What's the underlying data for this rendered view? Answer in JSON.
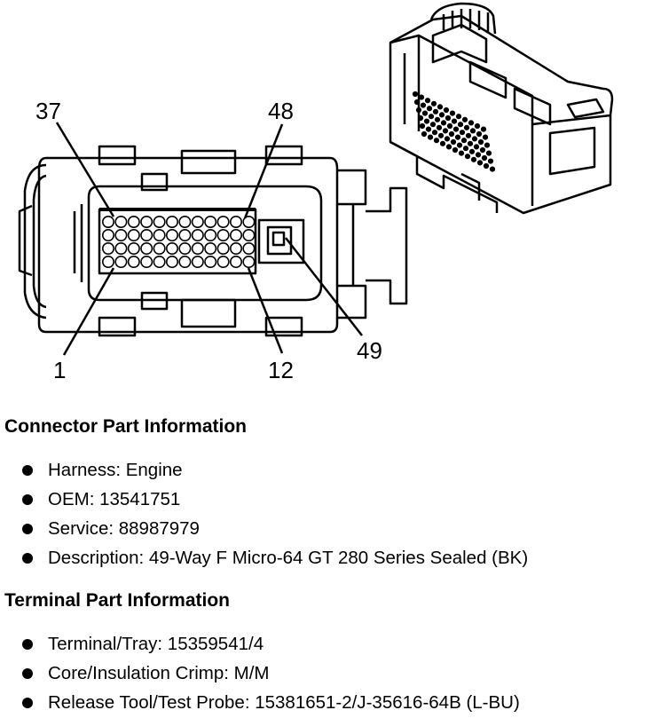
{
  "figure": {
    "pin_labels": {
      "p37": "37",
      "p48": "48",
      "p1": "1",
      "p12": "12",
      "p49": "49"
    }
  },
  "connector_info": {
    "heading": "Connector Part Information",
    "items": [
      "Harness: Engine",
      "OEM: 13541751",
      "Service: 88987979",
      "Description: 49-Way F Micro-64 GT 280 Series Sealed (BK)"
    ]
  },
  "terminal_info": {
    "heading": "Terminal Part Information",
    "items": [
      "Terminal/Tray: 15359541/4",
      "Core/Insulation Crimp: M/M",
      "Release Tool/Test Probe: 15381651-2/J-35616-64B (L-BU)"
    ]
  }
}
